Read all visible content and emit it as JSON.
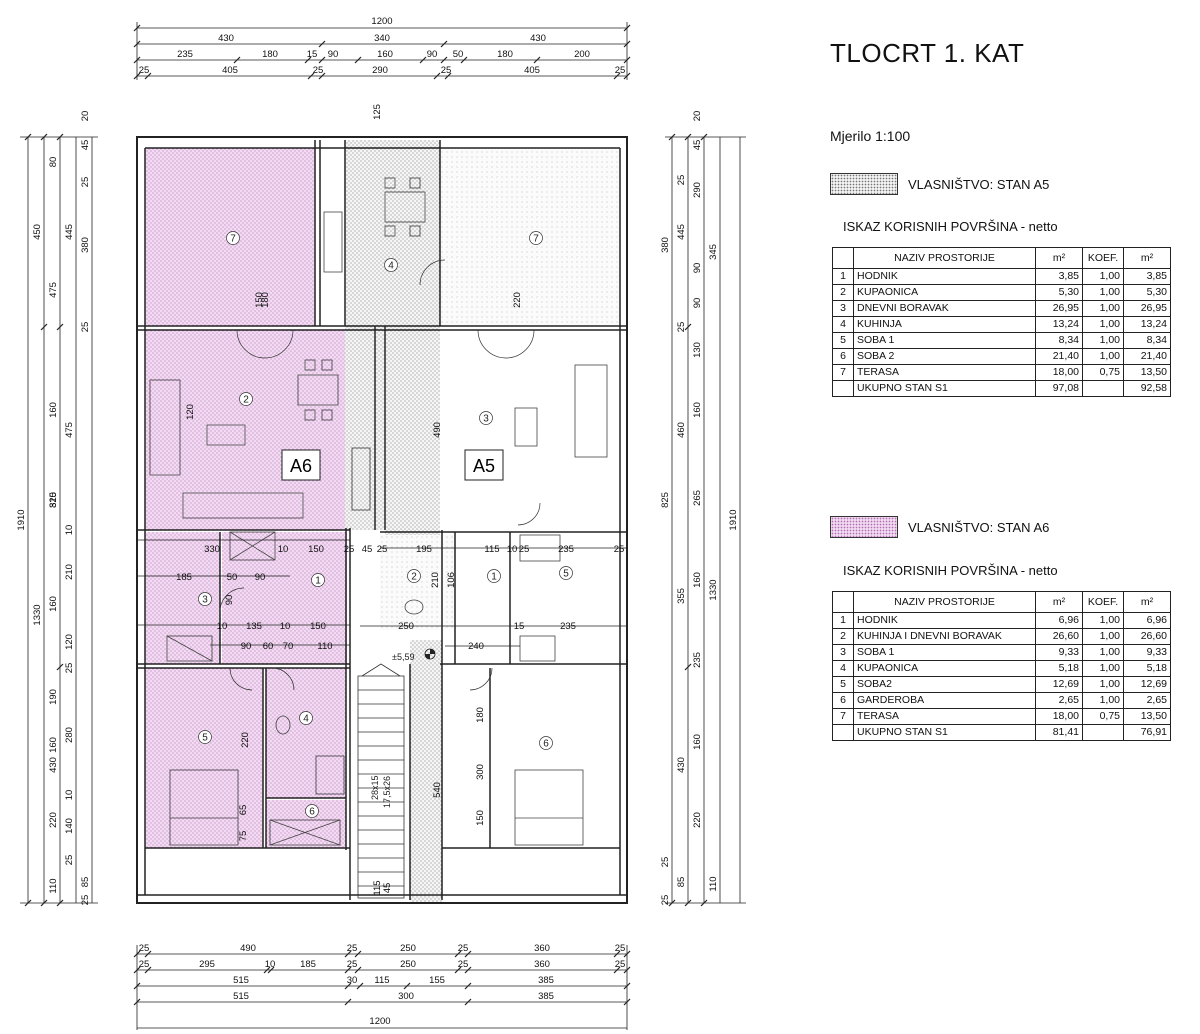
{
  "title": "TLOCRT 1. KAT",
  "scale": "Mjerilo 1:100",
  "legend_a5": "VLASNIŠTVO: STAN A5",
  "legend_a6": "VLASNIŠTVO: STAN A6",
  "table_title": "ISKAZ KORISNIH POVRŠINA - netto",
  "col_name": "NAZIV PROSTORIJE",
  "col_m2": "m²",
  "col_koef": "KOEF.",
  "col_m2b": "m²",
  "table_a5": {
    "rows": [
      {
        "n": "1",
        "name": "HODNIK",
        "a": "3,85",
        "k": "1,00",
        "r": "3,85"
      },
      {
        "n": "2",
        "name": "KUPAONICA",
        "a": "5,30",
        "k": "1,00",
        "r": "5,30"
      },
      {
        "n": "3",
        "name": "DNEVNI BORAVAK",
        "a": "26,95",
        "k": "1,00",
        "r": "26,95"
      },
      {
        "n": "4",
        "name": "KUHINJA",
        "a": "13,24",
        "k": "1,00",
        "r": "13,24"
      },
      {
        "n": "5",
        "name": "SOBA 1",
        "a": "8,34",
        "k": "1,00",
        "r": "8,34"
      },
      {
        "n": "6",
        "name": "SOBA 2",
        "a": "21,40",
        "k": "1,00",
        "r": "21,40"
      },
      {
        "n": "7",
        "name": "TERASA",
        "a": "18,00",
        "k": "0,75",
        "r": "13,50"
      }
    ],
    "total": {
      "name": "UKUPNO STAN S1",
      "a": "97,08",
      "r": "92,58"
    }
  },
  "table_a6": {
    "rows": [
      {
        "n": "1",
        "name": "HODNIK",
        "a": "6,96",
        "k": "1,00",
        "r": "6,96"
      },
      {
        "n": "2",
        "name": "KUHINJA I DNEVNI BORAVAK",
        "a": "26,60",
        "k": "1,00",
        "r": "26,60"
      },
      {
        "n": "3",
        "name": "SOBA 1",
        "a": "9,33",
        "k": "1,00",
        "r": "9,33"
      },
      {
        "n": "4",
        "name": "KUPAONICA",
        "a": "5,18",
        "k": "1,00",
        "r": "5,18"
      },
      {
        "n": "5",
        "name": "SOBA2",
        "a": "12,69",
        "k": "1,00",
        "r": "12,69"
      },
      {
        "n": "6",
        "name": "GARDEROBA",
        "a": "2,65",
        "k": "1,00",
        "r": "2,65"
      },
      {
        "n": "7",
        "name": "TERASA",
        "a": "18,00",
        "k": "0,75",
        "r": "13,50"
      }
    ],
    "total": {
      "name": "UKUPNO STAN S1",
      "a": "81,41",
      "r": "76,91"
    }
  },
  "plan": {
    "label_a6": "A6",
    "label_a5": "A5",
    "stair_label": "28x15",
    "stair_label2": "17,5x26",
    "level_mark": "±5,59",
    "room_numbers_a6": [
      "7",
      "2",
      "3",
      "1",
      "5",
      "4",
      "6"
    ],
    "room_numbers_a5": [
      "7",
      "4",
      "3",
      "2",
      "1",
      "5",
      "6"
    ],
    "dims_top_1": [
      "1200"
    ],
    "dims_top_2": [
      "430",
      "340",
      "430"
    ],
    "dims_top_3": [
      "235",
      "180",
      "15",
      "90",
      "160",
      "90",
      "50",
      "180",
      "200"
    ],
    "dims_top_4": [
      "25",
      "405",
      "25",
      "290",
      "25",
      "405",
      "25"
    ],
    "dims_bottom_1": [
      "25",
      "490",
      "25",
      "250",
      "25",
      "360",
      "25"
    ],
    "dims_bottom_2": [
      "25",
      "295",
      "10",
      "185",
      "25",
      "250",
      "25",
      "360",
      "25"
    ],
    "dims_bottom_3": [
      "515",
      "30",
      "115",
      "155",
      "385"
    ],
    "dims_bottom_4": [
      "515",
      "300",
      "385"
    ],
    "dims_bottom_5": [
      "1200"
    ],
    "dims_left_1": [
      "1910"
    ],
    "dims_left_2": [
      "450",
      "1330"
    ],
    "dims_left_3": [
      "475",
      "475",
      "825",
      "430"
    ],
    "dims_left_4": [
      "20",
      "45",
      "80",
      "25",
      "445",
      "380",
      "25",
      "160",
      "310",
      "10",
      "210",
      "160",
      "120",
      "25",
      "190",
      "280",
      "160",
      "10",
      "140",
      "220",
      "25",
      "85",
      "110",
      "25"
    ],
    "dims_right_1": [
      "1910"
    ],
    "dims_right_2": [
      "380",
      "825",
      "1330"
    ],
    "dims_right_3": [
      "445",
      "345",
      "460",
      "355",
      "430"
    ],
    "dims_right_4": [
      "20",
      "45",
      "25",
      "290",
      "90",
      "90",
      "25",
      "130",
      "160",
      "265",
      "160",
      "235",
      "160",
      "220",
      "25",
      "85",
      "110",
      "25"
    ],
    "inner_dims": [
      "330",
      "10",
      "150",
      "25",
      "45",
      "25",
      "195",
      "115",
      "10",
      "25",
      "235",
      "25",
      "185",
      "50",
      "90",
      "10",
      "135",
      "10",
      "150",
      "250",
      "15",
      "235",
      "90",
      "60",
      "70",
      "110",
      "240",
      "300",
      "150",
      "120",
      "150",
      "90",
      "210",
      "106",
      "65",
      "75",
      "45",
      "115",
      "540",
      "490",
      "220",
      "180",
      "220",
      "180",
      "125"
    ]
  }
}
